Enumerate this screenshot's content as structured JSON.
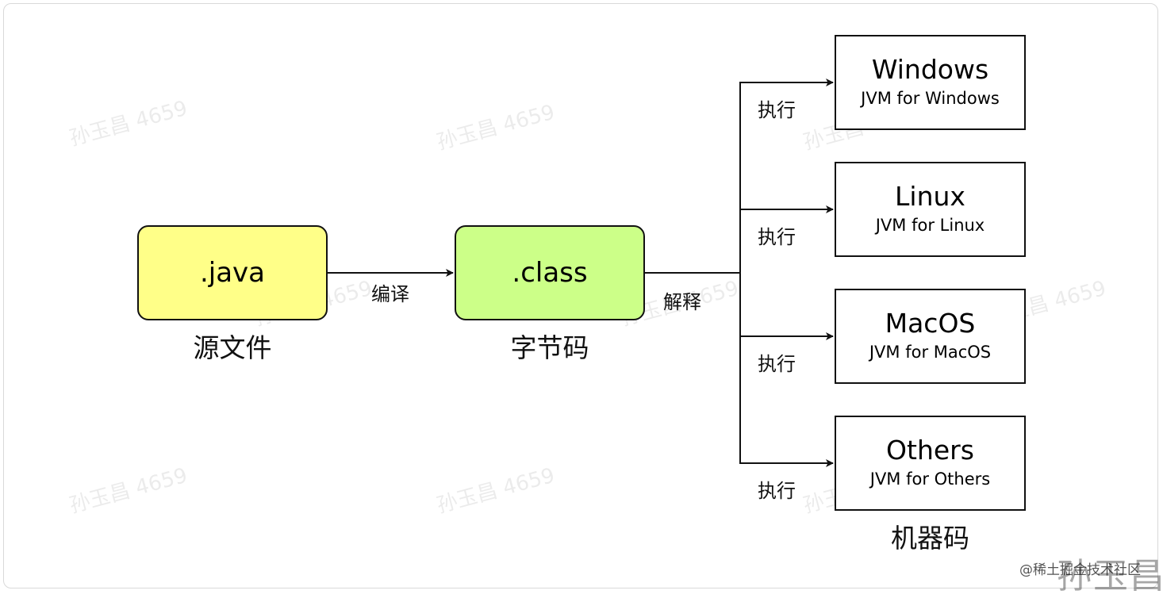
{
  "nodes": {
    "source": {
      "label": ".java",
      "caption": "源文件"
    },
    "bytecode": {
      "label": ".class",
      "caption": "字节码"
    },
    "platforms": [
      {
        "name": "Windows",
        "jvm": "JVM for Windows"
      },
      {
        "name": "Linux",
        "jvm": "JVM for Linux"
      },
      {
        "name": "MacOS",
        "jvm": "JVM for MacOS"
      },
      {
        "name": "Others",
        "jvm": "JVM for Others"
      }
    ],
    "platforms_caption": "机器码"
  },
  "edges": {
    "compile": "编译",
    "interpret": "解释",
    "execute": [
      "执行",
      "执行",
      "执行",
      "执行"
    ]
  },
  "watermark": "孙玉昌 4659",
  "credit": {
    "small": "@稀土掘金技术社区",
    "large": "孙玉昌"
  },
  "colors": {
    "source_fill": "#ffff88",
    "bytecode_fill": "#ccff88",
    "stroke": "#111111"
  }
}
